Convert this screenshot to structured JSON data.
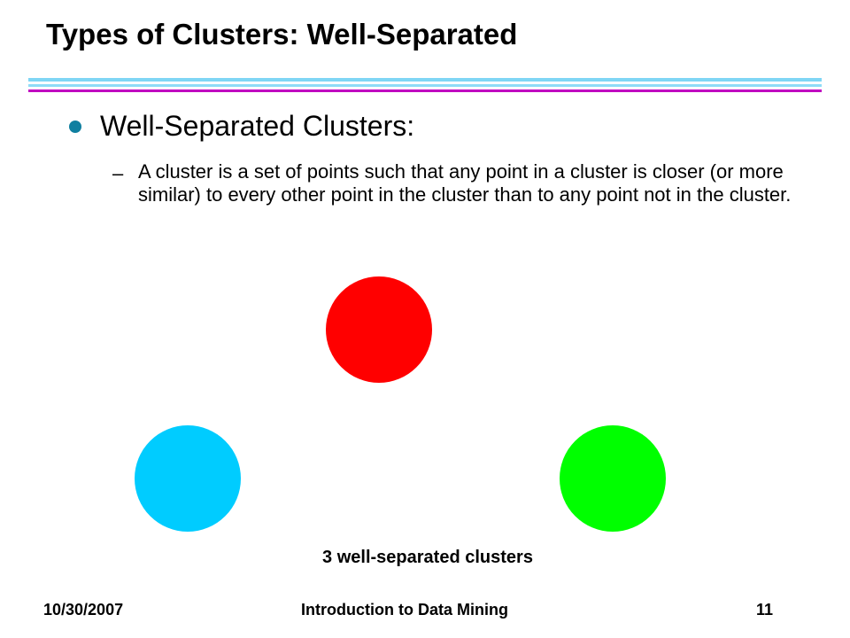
{
  "slide": {
    "title": "Types of Clusters: Well-Separated",
    "bullet": "Well-Separated Clusters:",
    "sub_dash": "–",
    "sub_text": "A cluster is a set of points such that any point in a cluster is closer (or more similar) to every other point in the cluster than to any point not in the cluster.",
    "caption": "3 well-separated clusters"
  },
  "clusters": [
    {
      "name": "red",
      "color": "#ff0000"
    },
    {
      "name": "blue",
      "color": "#00ccff"
    },
    {
      "name": "green",
      "color": "#00ff00"
    }
  ],
  "footer": {
    "date": "10/30/2007",
    "course": "Introduction to Data Mining",
    "page": "11"
  },
  "colors": {
    "rule_cyan": "#7fd6f5",
    "rule_magenta": "#c000c0",
    "bullet": "#0f7fa0"
  }
}
